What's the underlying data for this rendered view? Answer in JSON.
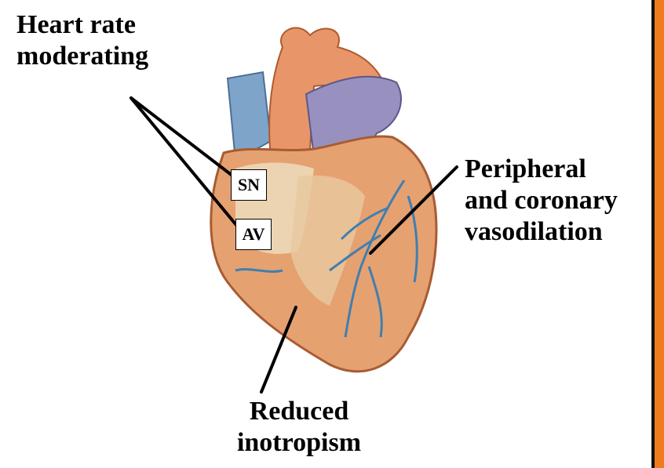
{
  "labels": {
    "heart_rate_line1": "Heart rate",
    "heart_rate_line2": "moderating",
    "sn": "SN",
    "av": "AV",
    "peripheral_line1": "Peripheral",
    "peripheral_line2": "and coronary",
    "peripheral_line3": "vasodilation",
    "reduced_line1": "Reduced",
    "reduced_line2": "inotropism"
  },
  "colors": {
    "heart_orange": "#e8a070",
    "heart_tan": "#e9d4b4",
    "vein_blue": "#4f8fbe",
    "vessel_purple": "#8e86b8",
    "sidebar_orange": "#f07a1e"
  }
}
